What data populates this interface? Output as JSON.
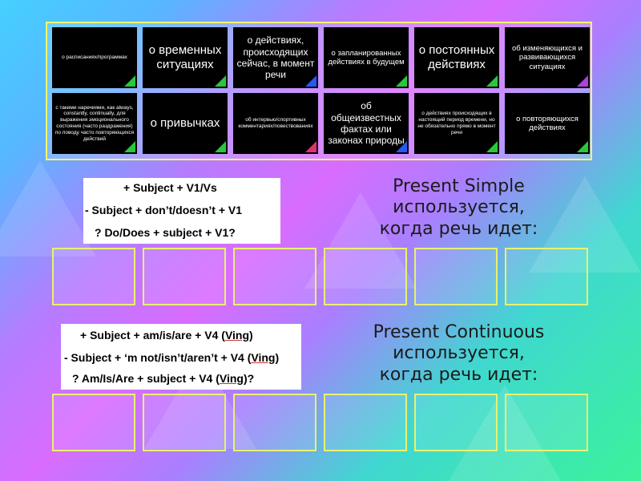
{
  "cards": [
    {
      "text": "о расписаниях/программах",
      "size": "fs-xs",
      "tri": "#28c83c"
    },
    {
      "text": "о временных ситуациях",
      "size": "fs-l",
      "tri": "#28c83c"
    },
    {
      "text": "о действиях, происходящих сейчас, в момент речи",
      "size": "fs-m",
      "tri": "#2858f0"
    },
    {
      "text": "о запланированных действиях в будущем",
      "size": "fs-s",
      "tri": "#28c83c"
    },
    {
      "text": "о постоянных действиях",
      "size": "fs-l",
      "tri": "#28c83c"
    },
    {
      "text": "об изменяющихся и развивающихся ситуациях",
      "size": "fs-s",
      "tri": "#b040e0"
    },
    {
      "text": "с такими наречиями, как always, constantly, continually, для выражения эмоционального состояния (часто раздражения) по поводу часто повторяющихся действий",
      "size": "fs-xs",
      "tri": "#28c83c"
    },
    {
      "text": "о привычках",
      "size": "fs-l",
      "tri": "#28c83c"
    },
    {
      "text": "об интервью/спортивных комментариях/повествованиях",
      "size": "fs-xs",
      "tri": "#e03070"
    },
    {
      "text": "об общеизвестных фактах или законах природы",
      "size": "fs-m",
      "tri": "#2858f0"
    },
    {
      "text": "о действиях происходящих в настоящий период времени, но не обязательно прямо в момент речи",
      "size": "fs-xs",
      "tri": "#28c83c"
    },
    {
      "text": "о повторяющихся действиях",
      "size": "fs-s",
      "tri": "#28c83c"
    }
  ],
  "simple": {
    "formula": [
      "+     Subject + V1/Vs",
      "-      Subject + don’t/doesn’t + V1",
      "?      Do/Does + subject + V1?"
    ],
    "heading_1": "Present Simple",
    "heading_2": "используется,",
    "heading_3": "когда речь идет:"
  },
  "continuous": {
    "formula_1_pre": "+    Subject + am/is/are + V4 (",
    "formula_1_u": "Ving",
    "formula_1_post": ")",
    "formula_2_pre": "-     Subject + ‘m not/isn’t/aren’t + V4 (",
    "formula_2_u": "Ving",
    "formula_2_post": ")",
    "formula_3_pre": "?     Am/Is/Are + subject + V4 (",
    "formula_3_u": "Ving",
    "formula_3_post": ")?",
    "heading_1": "Present Continuous",
    "heading_2": "используется,",
    "heading_3": "когда речь идет:"
  }
}
